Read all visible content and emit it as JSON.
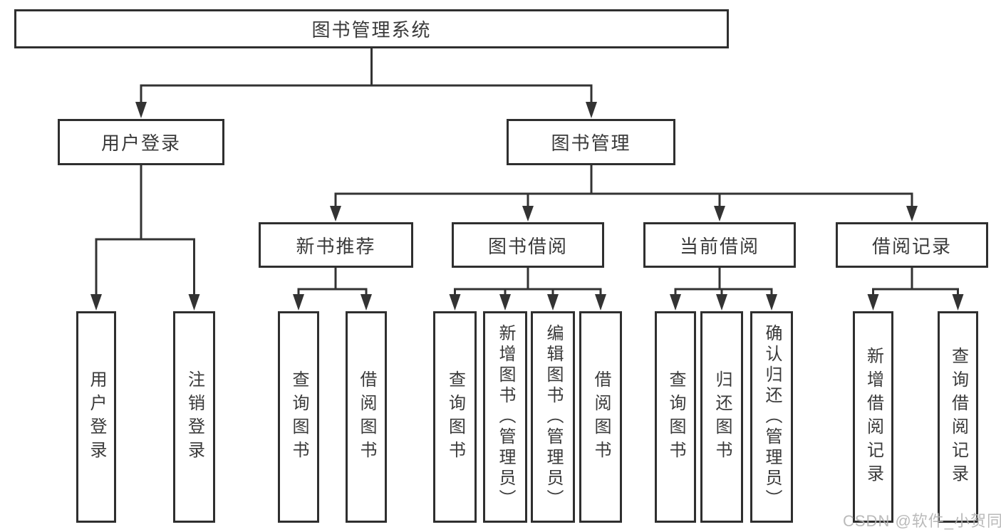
{
  "diagram": {
    "root": {
      "label": "图书管理系统"
    },
    "level2": [
      {
        "label": "用户登录",
        "children": [
          {
            "label": "用户登录"
          },
          {
            "label": "注销登录"
          }
        ]
      },
      {
        "label": "图书管理",
        "children": [
          {
            "label": "新书推荐",
            "children": [
              {
                "label": "查询图书"
              },
              {
                "label": "借阅图书"
              }
            ]
          },
          {
            "label": "图书借阅",
            "children": [
              {
                "label": "查询图书"
              },
              {
                "label": "新增图书（管理员）"
              },
              {
                "label": "编辑图书（管理员）"
              },
              {
                "label": "借阅图书"
              }
            ]
          },
          {
            "label": "当前借阅",
            "children": [
              {
                "label": "查询图书"
              },
              {
                "label": "归还图书"
              },
              {
                "label": "确认归还（管理员）"
              }
            ]
          },
          {
            "label": "借阅记录",
            "children": [
              {
                "label": "新增借阅记录"
              },
              {
                "label": "查询借阅记录"
              }
            ]
          }
        ]
      }
    ]
  },
  "watermark": {
    "text": "CSDN @软件_小贺同学"
  },
  "colors": {
    "line": "#333333",
    "box_border": "#2f2f2f",
    "text": "#3a3a3a",
    "watermark": "#b3b3b3",
    "background": "#ffffff"
  }
}
